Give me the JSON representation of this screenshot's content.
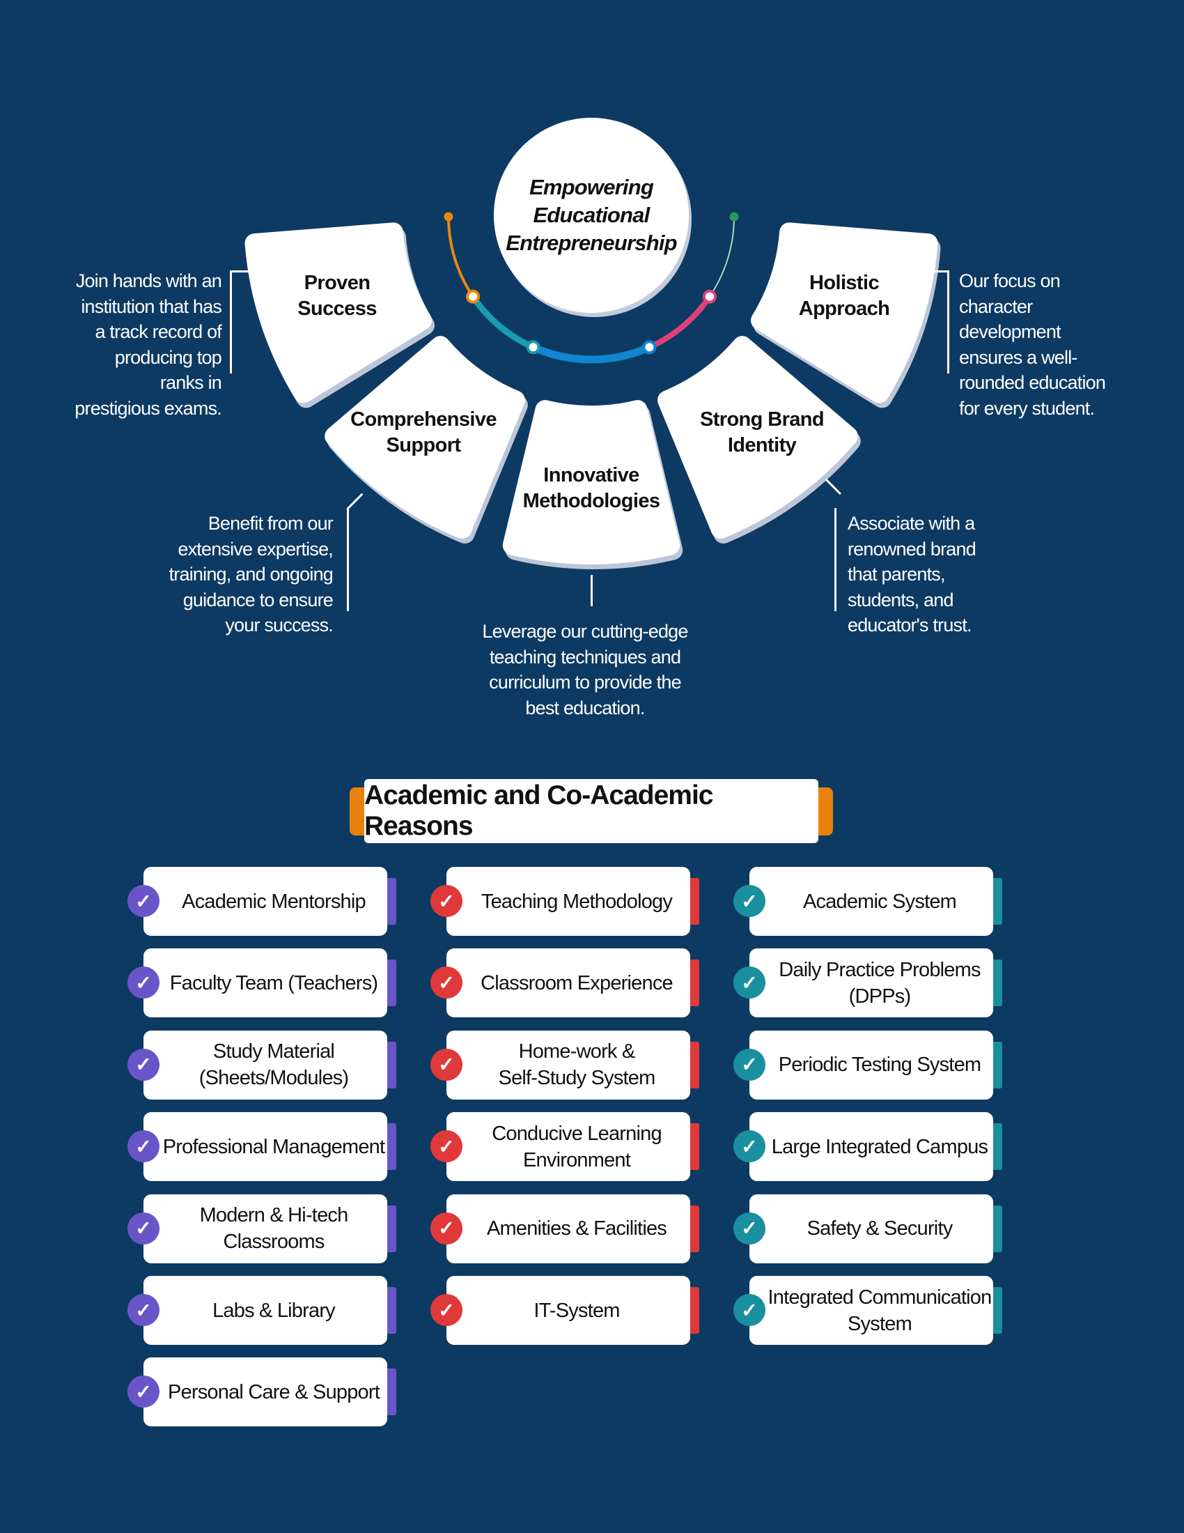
{
  "hub": {
    "title": "Empowering\nEducational\nEntrepreneurship"
  },
  "petals": [
    {
      "title": "Proven\nSuccess",
      "description": "Join hands with an\ninstitution that has\na track record of\nproducing top\nranks in\nprestigious exams."
    },
    {
      "title": "Comprehensive\nSupport",
      "description": "Benefit from our\nextensive expertise,\ntraining, and ongoing\nguidance to ensure\nyour success."
    },
    {
      "title": "Innovative\nMethodologies",
      "description": "Leverage our cutting-edge\nteaching techniques and\ncurriculum to provide the\nbest education."
    },
    {
      "title": "Strong Brand\nIdentity",
      "description": "Associate with a\nrenowned brand\nthat parents,\nstudents, and\neducator's trust."
    },
    {
      "title": "Holistic\nApproach",
      "description": "Our focus on\ncharacter\ndevelopment\nensures a well-\nrounded education\nfor every student."
    }
  ],
  "arc_colors": [
    "#e8890f",
    "#1a9bb0",
    "#1185d0",
    "#e0407a",
    "#9fdcc0"
  ],
  "section": {
    "title": "Academic and Co-Academic Reasons",
    "accent": "#e8820c"
  },
  "columns": [
    {
      "color": "#6a55c8",
      "items": [
        "Academic Mentorship",
        "Faculty Team (Teachers)",
        "Study Material\n(Sheets/Modules)",
        "Professional Management",
        "Modern & Hi-tech\nClassrooms",
        "Labs & Library",
        "Personal Care & Support"
      ]
    },
    {
      "color": "#e0393a",
      "items": [
        "Teaching Methodology",
        "Classroom Experience",
        "Home-work &\nSelf-Study System",
        "Conducive Learning\nEnvironment",
        "Amenities & Facilities",
        "IT-System"
      ]
    },
    {
      "color": "#1a8fa0",
      "items": [
        "Academic System",
        "Daily Practice Problems\n(DPPs)",
        "Periodic Testing System",
        "Large Integrated Campus",
        "Safety & Security",
        "Integrated Communication\nSystem"
      ]
    }
  ],
  "check_icon": "✓"
}
